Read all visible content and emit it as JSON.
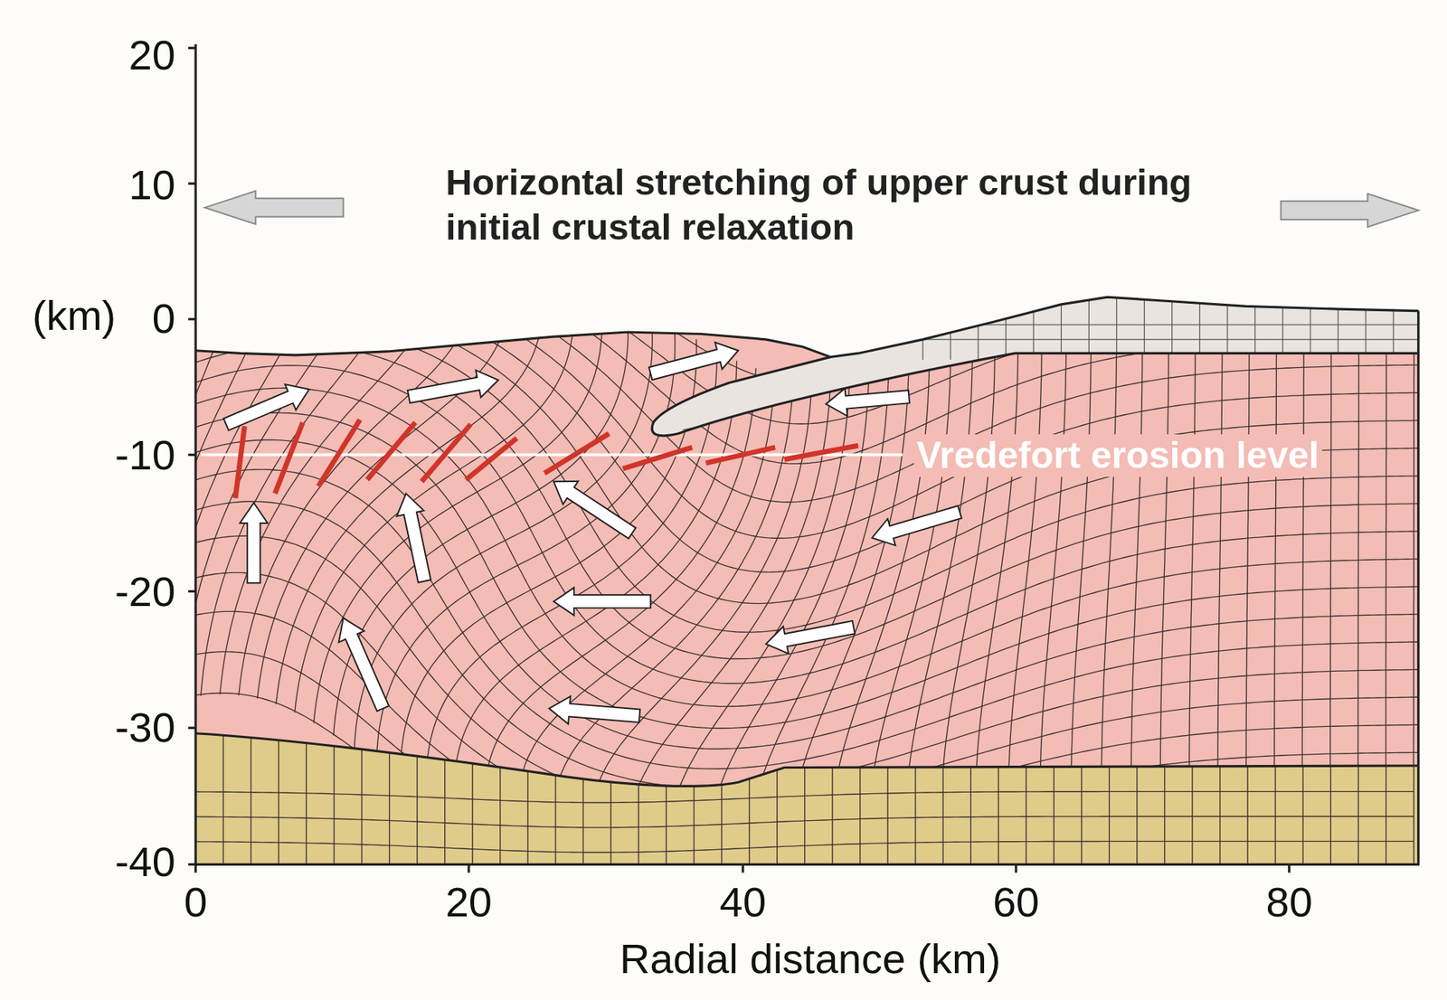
{
  "diagram": {
    "labels": [
      "20",
      "10",
      "(km)",
      "0",
      "-10",
      "-20",
      "-30",
      "-40",
      "0",
      "20",
      "40",
      "60",
      "80",
      "Radial distance (km)",
      "Horizontal stretching of upper crust during initial crustal relaxation",
      "Vredefort erosion level"
    ]
  }
}
